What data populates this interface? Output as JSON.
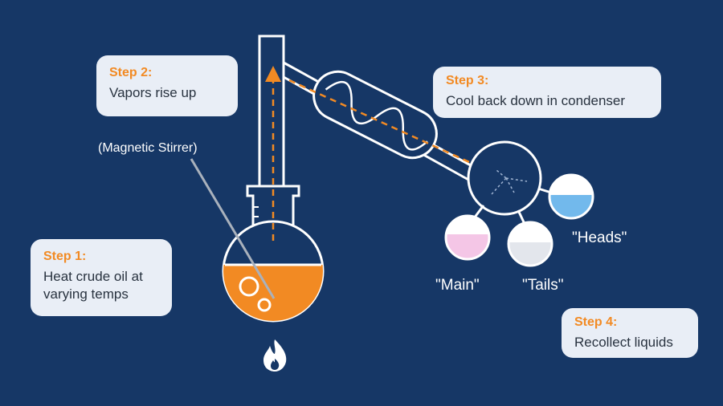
{
  "steps": [
    {
      "title": "Step 1:",
      "text_line1": "Heat crude oil at",
      "text_line2": "varying temps"
    },
    {
      "title": "Step 2:",
      "text": "Vapors rise up"
    },
    {
      "title": "Step 3:",
      "text": "Cool back down in condenser"
    },
    {
      "title": "Step 4:",
      "text": "Recollect liquids"
    }
  ],
  "labels": {
    "stirrer": "(Magnetic Stirrer)",
    "main": "\"Main\"",
    "tails": "\"Tails\"",
    "heads": "\"Heads\""
  },
  "colors": {
    "background": "#163766",
    "card": "#e9eef6",
    "accent": "#f28a23",
    "oil": "#f28a23",
    "main_liquid": "#f4c6e6",
    "tails_liquid": "#e3e6ec",
    "heads_liquid": "#72b9ec",
    "glass_outline": "#ffffff"
  },
  "icons": {
    "flame": "flame-icon"
  }
}
